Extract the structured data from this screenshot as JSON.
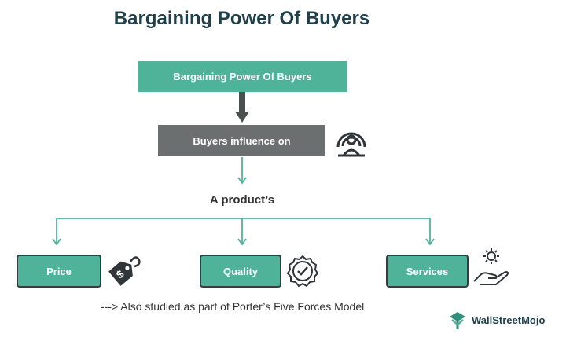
{
  "title": "Bargaining Power Of Buyers",
  "nodes": {
    "top": "Bargaining Power Of Buyers",
    "influence": "Buyers influence on",
    "product": "A product’s",
    "price": "Price",
    "quality": "Quality",
    "services": "Services"
  },
  "note": "---> Also studied as part of Porter’s Five Forces Model",
  "brand": "WallStreetMojo",
  "colors": {
    "teal": "#4fb39a",
    "gray_box": "#6b6f70",
    "title": "#1f3f4a",
    "arrow_dark": "#4a4f50"
  },
  "icons": [
    "buyer-person-icon",
    "price-tag-icon",
    "quality-badge-icon",
    "services-hand-icon",
    "wallstreetmojo-logo-icon"
  ]
}
